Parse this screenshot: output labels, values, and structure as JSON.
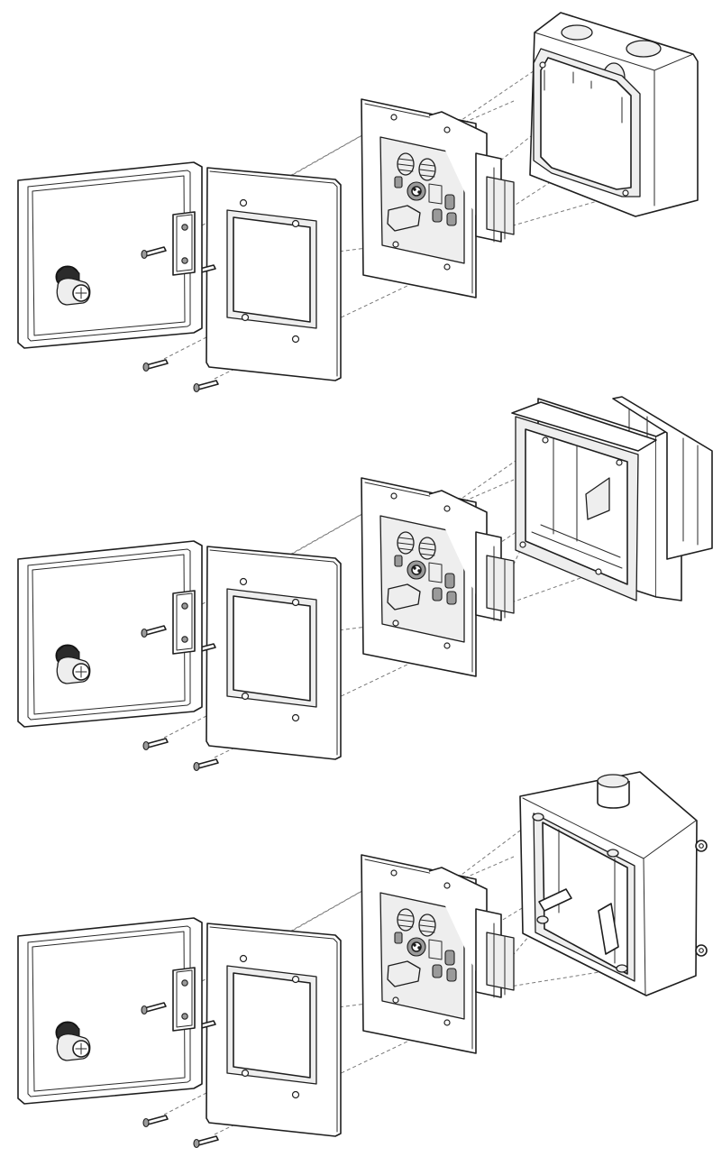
{
  "figure": {
    "views": [
      {
        "id": "top",
        "back_box": "square-junction-box-with-knockouts"
      },
      {
        "id": "middle",
        "back_box": "old-work-drywall-box-with-mounting-wings"
      },
      {
        "id": "bottom",
        "back_box": "surface-mount-box-with-conduit-hub"
      }
    ],
    "parts": [
      "hinged-door-with-cam-lock",
      "hinge-pin",
      "trim-plate",
      "mounting-screw",
      "connector-panel-with-xlr-and-rca-jacks",
      "back-box"
    ],
    "colors": {
      "line": "#1e1e1e",
      "leader": "#7a7a7a",
      "fill_light": "#eeeeee",
      "fill_dark": "#9a9a9a"
    }
  }
}
